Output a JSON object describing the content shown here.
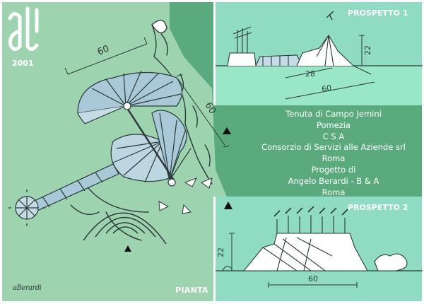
{
  "logo": {
    "letters": "al",
    "year": "2001"
  },
  "labels": {
    "prospetto1": "PROSPETTO 1",
    "prospetto2": "PROSPETTO 2",
    "pianta": "PIANTA"
  },
  "dimensions": {
    "plan_top": "60",
    "plan_side": "60",
    "p1_height": "22",
    "p1_inner": "28",
    "p1_width": "60",
    "p2_height": "22",
    "p2_width": "60"
  },
  "info": {
    "lines": [
      "Tenuta di Campo Jemini",
      "Pomezia",
      "C S A",
      "Consorzio di Servizi alle Aziende srl",
      "Roma",
      "Progetto di",
      "Angelo Berardi - B & A",
      "Roma"
    ]
  },
  "signature": "aBerardi",
  "colors": {
    "plan_bg": "#9ed3b0",
    "panel_bg": "#8fdcc2",
    "dark_green": "#5aaa7e",
    "sketch": "#2a3a3a",
    "roof_blue": "#a9c8d8"
  }
}
